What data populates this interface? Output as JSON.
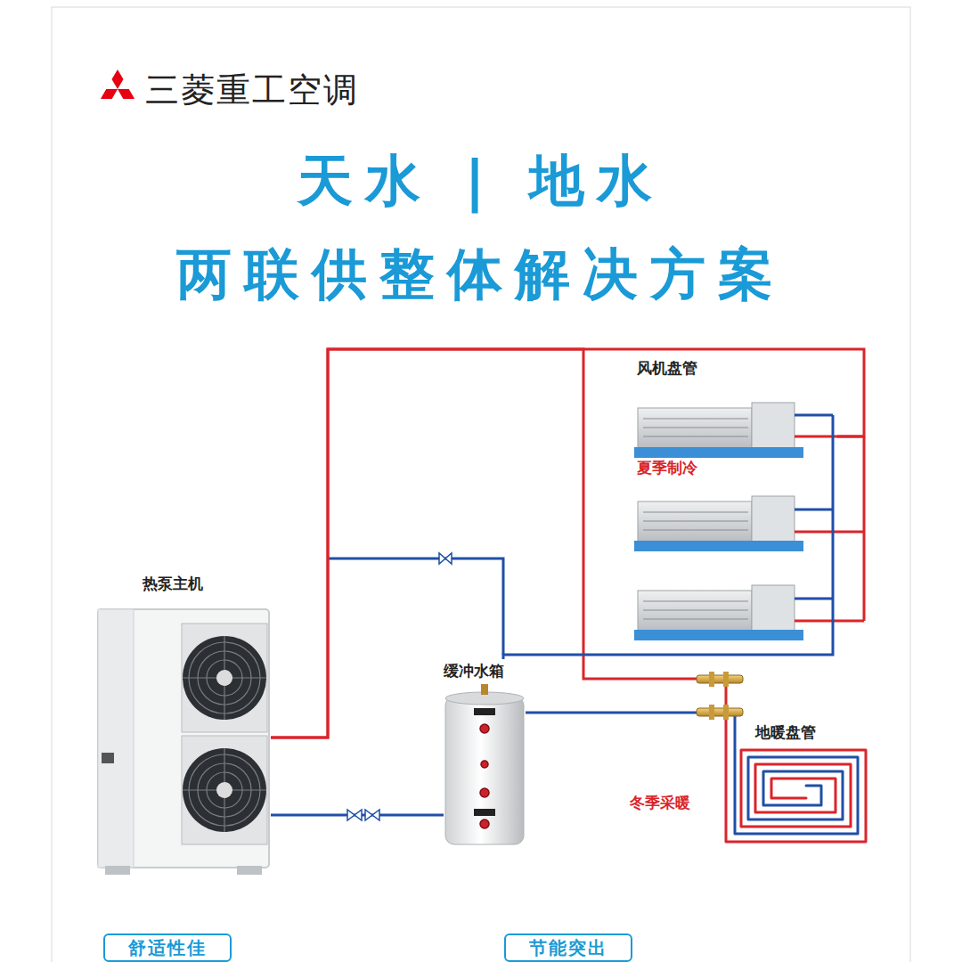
{
  "diagram": {
    "title": "天水 | 地水 两联供整体解决方案",
    "nodes": [
      {
        "text": [
          "热泵主机"
        ]
      },
      {
        "text": [
          "缓冲水箱"
        ]
      },
      {
        "text": [
          "风机盘管"
        ]
      },
      {
        "text": [
          "地暖盘管"
        ]
      },
      {
        "text": [
          "舒适性佳"
        ]
      },
      {
        "text": [
          "节能突出"
        ]
      }
    ],
    "edges": [
      {
        "from": 0,
        "to": 2,
        "arrow": "none"
      },
      {
        "from": 0,
        "to": 3,
        "arrow": "none"
      },
      {
        "from": 2,
        "to": 1,
        "arrow": "none"
      },
      {
        "from": 3,
        "to": 1,
        "arrow": "none"
      },
      {
        "from": 1,
        "to": 0,
        "arrow": "none"
      }
    ],
    "labels": [
      "三菱重工空调",
      "夏季制冷",
      "冬季采暖"
    ]
  }
}
